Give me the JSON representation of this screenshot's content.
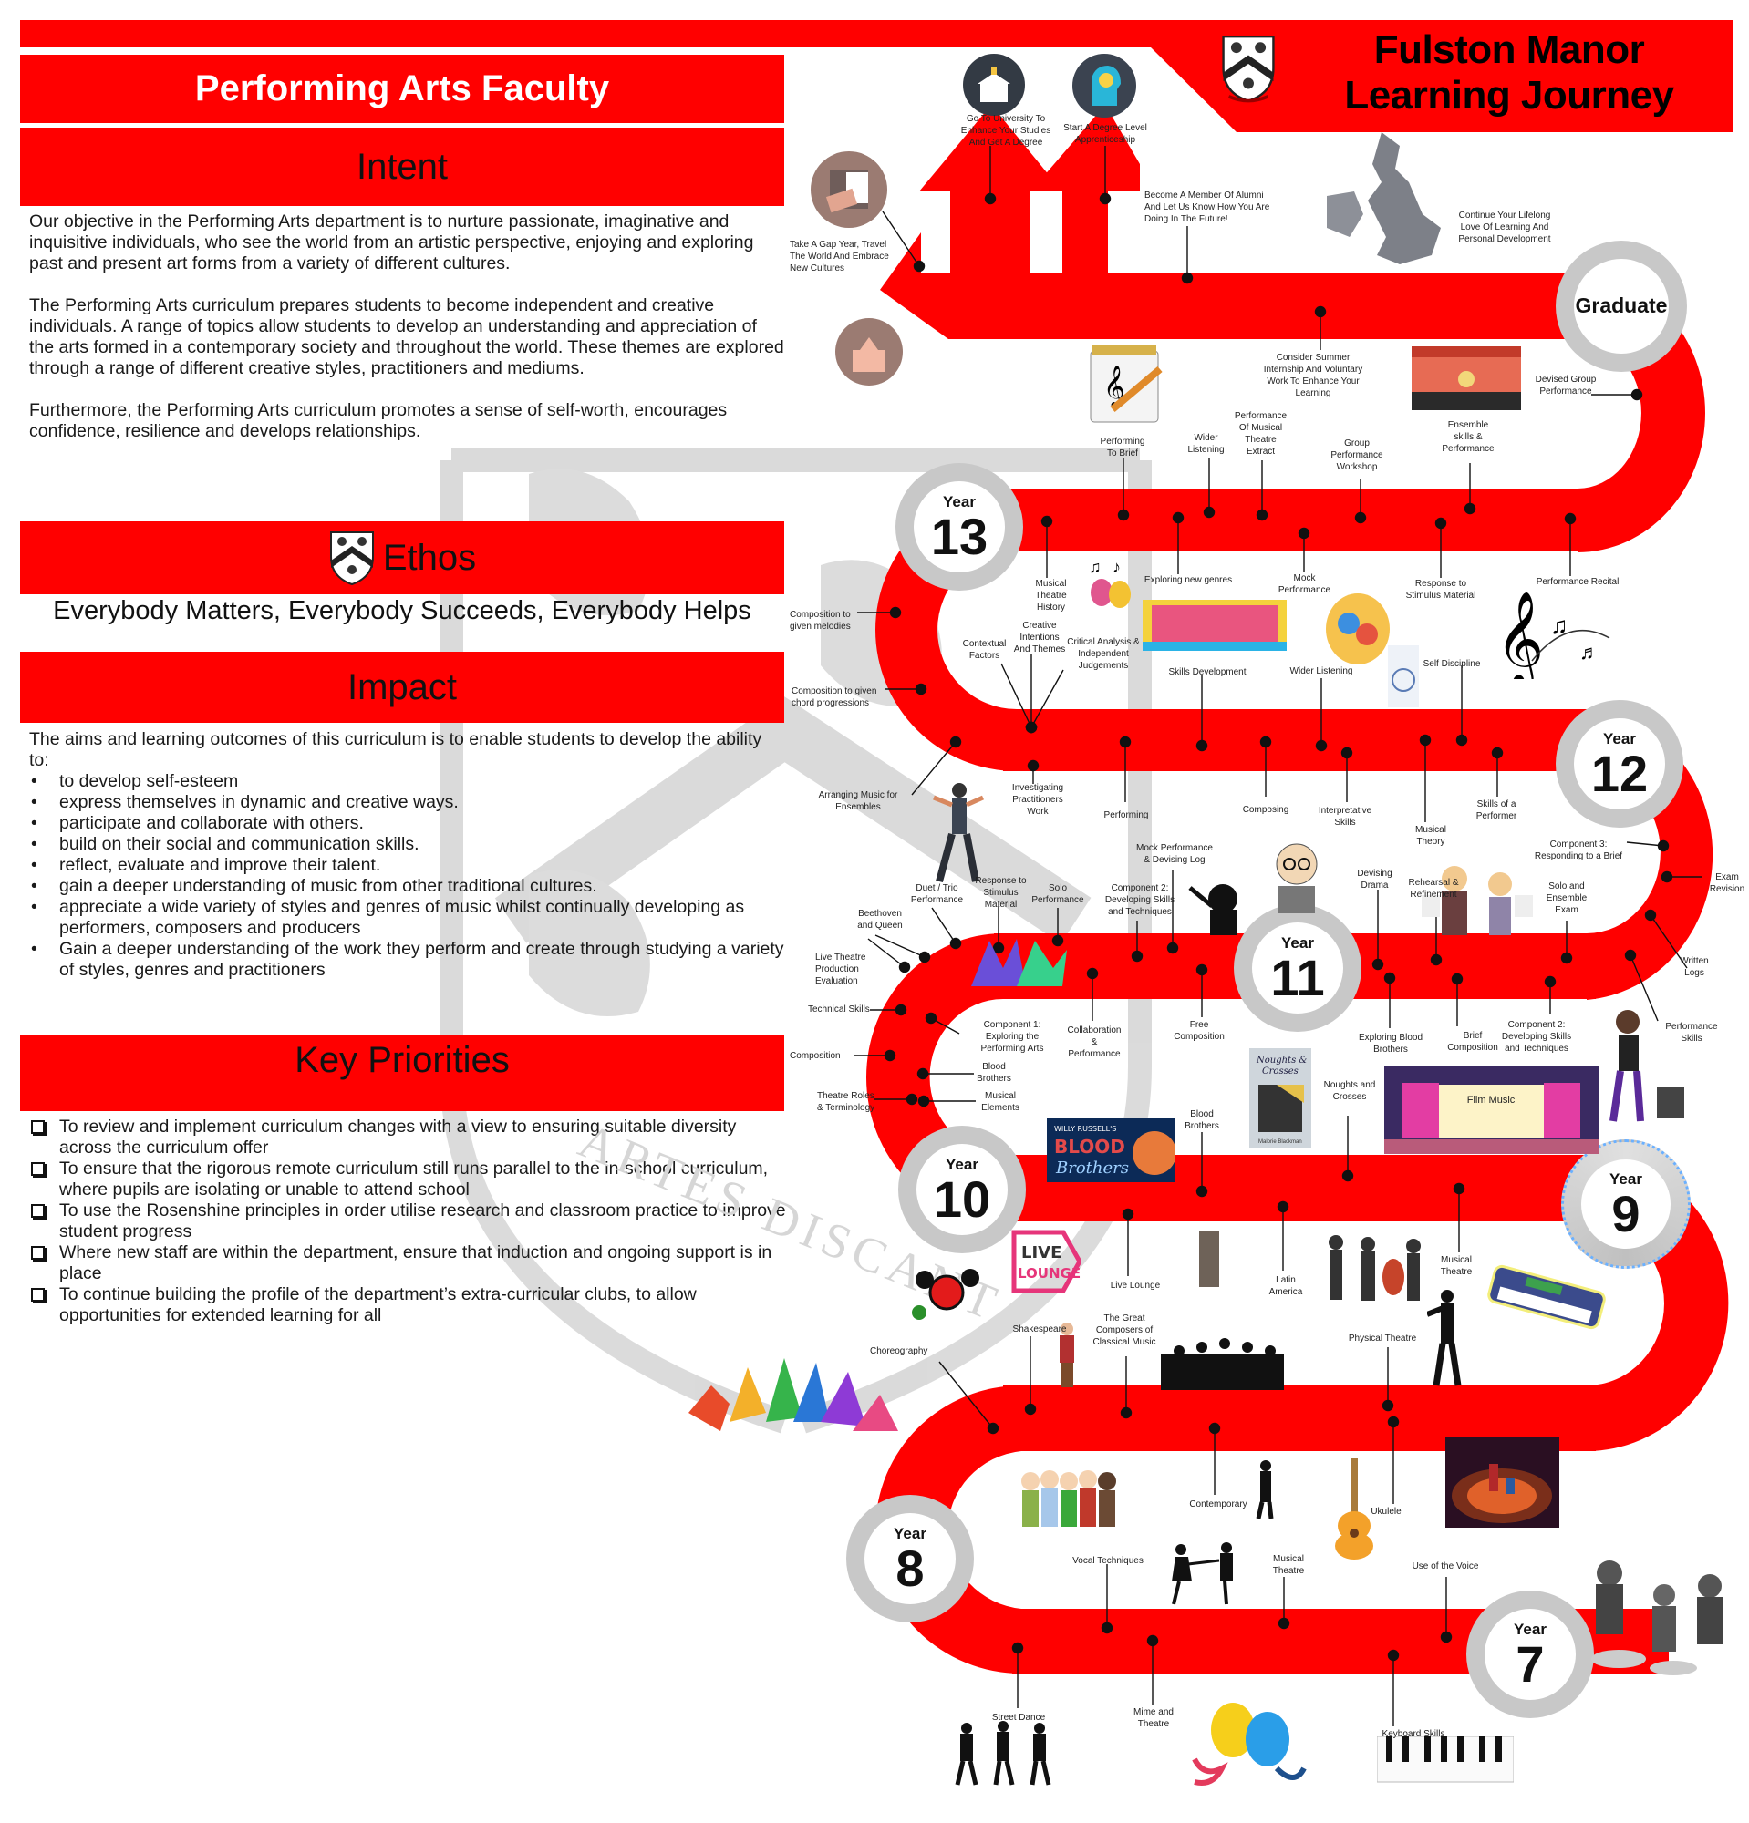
{
  "header": {
    "faculty_title": "Performing Arts Faculty",
    "journey_title_line1": "Fulston Manor",
    "journey_title_line2": "Learning Journey"
  },
  "colors": {
    "brand_red": "#ff0000",
    "circle_gray": "#c8c8c8",
    "text": "#111111"
  },
  "intent": {
    "heading": "Intent",
    "paragraphs": [
      "Our objective in the Performing Arts department is to nurture passionate, imaginative and inquisitive individuals, who see the world from an artistic perspective, enjoying and exploring past and present art forms from a variety of different cultures.",
      "The Performing Arts curriculum prepares students to become independent and creative individuals. A range of topics allow students to develop an understanding and appreciation of the arts formed in a contemporary society and throughout the world. These themes are explored through a range of different creative styles, practitioners and mediums.",
      "Furthermore, the Performing Arts curriculum promotes a sense of self-worth, encourages confidence, resilience and develops relationships."
    ]
  },
  "ethos": {
    "heading": "Ethos",
    "motto": "Everybody Matters, Everybody Succeeds, Everybody Helps"
  },
  "impact": {
    "heading": "Impact",
    "intro": "The aims and learning outcomes of this curriculum is to enable students to develop the ability to:",
    "bullets": [
      "to develop self-esteem",
      "express themselves in dynamic and creative ways.",
      "participate and collaborate with others.",
      "build on their social and communication skills.",
      "reflect, evaluate and improve their talent.",
      "gain a deeper understanding of music from other traditional cultures.",
      "appreciate a wide variety of styles and genres of music whilst continually developing as performers, composers and producers",
      "Gain a deeper understanding of the work they perform and create through studying a variety of styles, genres and practitioners"
    ]
  },
  "key_priorities": {
    "heading": "Key Priorities",
    "items": [
      "To review and implement curriculum changes with a view to ensuring suitable diversity across the curriculum offer",
      "To ensure that the rigorous remote curriculum still runs parallel to the in-school curriculum, where pupils are isolating or unable to attend school",
      "To use the Rosenshine principles in order utilise research and classroom practice to improve student progress",
      "Where new staff are within the department, ensure that induction and ongoing support is in place",
      "To continue building the profile of the department’s extra-curricular clubs, to allow opportunities for extended learning for all"
    ]
  },
  "watermark": {
    "motto": "ARTES DISCANT"
  },
  "milestones": {
    "graduate": {
      "label": "Graduate"
    },
    "year13": {
      "year": "Year",
      "num": "13"
    },
    "year12": {
      "year": "Year",
      "num": "12"
    },
    "year11": {
      "year": "Year",
      "num": "11"
    },
    "year10": {
      "year": "Year",
      "num": "10"
    },
    "year9": {
      "year": "Year",
      "num": "9"
    },
    "year8": {
      "year": "Year",
      "num": "8"
    },
    "year7": {
      "year": "Year",
      "num": "7"
    }
  },
  "future": {
    "university": "Go To University To\nEnhance Your Studies\nAnd Get A Degree",
    "apprenticeship": "Start A Degree Level\nApprenticeship",
    "alumni": "Become A Member Of  Alumni\nAnd Let Us Know How You Are\nDoing In The Future!",
    "lifelong": "Continue Your Lifelong\nLove Of Learning And\nPersonal Development",
    "gap_year": "Take A Gap Year, Travel\nThe World And Embrace\nNew Cultures",
    "internship": "Consider Summer\nInternship And Voluntary\nWork To Enhance Your\nLearning"
  },
  "year13_topics": {
    "performing_to_brief": "Performing\nTo Brief",
    "wider_listening": "Wider\nListening",
    "musical_theatre_extract": "Performance\nOf Musical\nTheatre\nExtract",
    "group_workshop": "Group\nPerformance\nWorkshop",
    "ensemble_skills": "Ensemble\nskills  &\nPerformance",
    "devised_group": "Devised Group\nPerformance",
    "musical_theatre_history": "Musical\nTheatre\nHistory",
    "exploring_genres": "Exploring new genres",
    "mock_performance": "Mock\nPerformance",
    "response_stimulus": "Response to\nStimulus Material",
    "performance_recital": "Performance Recital",
    "composition_melodies": "Composition to\ngiven melodies",
    "creative_intentions": "Creative\nIntentions\nAnd Themes",
    "contextual_factors": "Contextual\nFactors",
    "critical_analysis": "Critical Analysis &\nIndependent\nJudgements",
    "skills_development": "Skills Development",
    "wider_listening_2": "Wider Listening",
    "self_discipline": "Self Discipline",
    "composition_chords": "Composition to given\nchord progressions"
  },
  "year12_topics": {
    "arranging": "Arranging Music for\nEnsembles",
    "investigating": "Investigating\nPractitioners\nWork",
    "performing": "Performing",
    "composing": "Composing",
    "interpretative": "Interpretative\nSkills",
    "musical_theory": "Musical\nTheory",
    "skills_performer": "Skills of a\nPerformer",
    "component3": "Component 3:\nResponding to a Brief",
    "exam_revision": "Exam\nRevision",
    "written_logs": "Written\nLogs",
    "mock_devising": "Mock Performance\n& Devising Log",
    "duet_trio": "Duet / Trio\nPerformance",
    "response_stimulus": "Response to\nStimulus\nMaterial",
    "solo_performance": "Solo\nPerformance",
    "component2": "Component 2:\nDeveloping Skills\nand Techniques",
    "beethoven_queen": "Beethoven\nand Queen",
    "devising_drama": "Devising\nDrama",
    "rehearsal": "Rehearsal &\nRefinement",
    "solo_ensemble_exam": "Solo and\nEnsemble\nExam"
  },
  "year11_topics": {
    "live_theatre": "Live Theatre\nProduction\nEvaluation",
    "technical_skills": "Technical Skills",
    "component1": "Component 1:\nExploring the\nPerforming Arts",
    "collaboration": "Collaboration\n&\nPerformance",
    "free_composition": "Free\nComposition",
    "exploring_blood_brothers": "Exploring Blood\nBrothers",
    "brief_composition": "Brief\nComposition",
    "component2b": "Component 2:\nDeveloping Skills\nand Techniques",
    "performance_skills": "Performance\nSkills",
    "composition": "Composition",
    "blood_brothers": "Blood\nBrothers",
    "theatre_roles": "Theatre Roles\n& Terminology",
    "musical_elements": "Musical\nElements",
    "blood_brothers_2": "Blood\nBrothers",
    "noughts_crosses": "Noughts and\nCrosses",
    "film_music": "Film Music"
  },
  "year9_topics": {
    "live_lounge": "Live Lounge",
    "latin_america": "Latin\nAmerica",
    "musical_theatre": "Musical\nTheatre",
    "shakespeare": "Shakespeare",
    "great_composers": "The Great\nComposers of\nClassical Music",
    "choreography": "Choreography",
    "physical_theatre": "Physical Theatre"
  },
  "year8_topics": {
    "contemporary": "Contemporary",
    "ukulele": "Ukulele",
    "vocal_techniques": "Vocal Techniques",
    "musical_theatre": "Musical\nTheatre",
    "use_of_voice": "Use of the Voice"
  },
  "year7_topics": {
    "street_dance": "Street Dance",
    "mime_theatre": "Mime and\nTheatre",
    "keyboard_skills": "Keyboard Skills"
  },
  "book_cover": {
    "title": "Noughts &\nCrosses",
    "author": "Malorie Blackman"
  },
  "poster": {
    "line1": "WILLY RUSSELL'S",
    "line2": "BLOOD",
    "line3": "Brothers"
  },
  "live_lounge_logo": {
    "line1": "LIVE",
    "line2": "LOUNGE"
  }
}
